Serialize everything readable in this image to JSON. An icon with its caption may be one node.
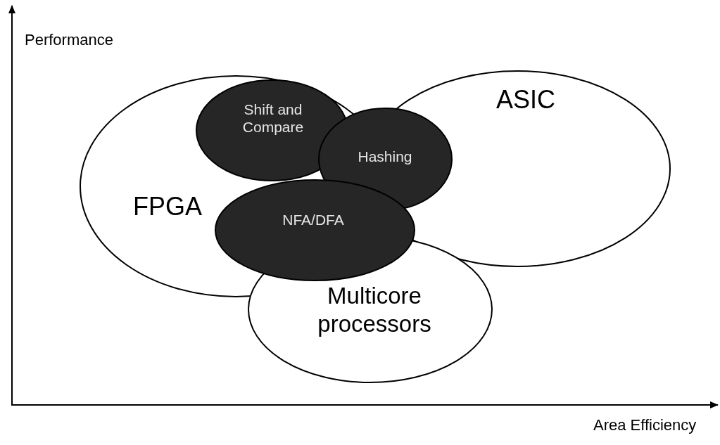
{
  "diagram": {
    "nodes": [
      {
        "text": [
          "ASIC"
        ]
      },
      {
        "text": [
          "FPGA"
        ]
      },
      {
        "text": [
          "Shift and Compare"
        ],
        "in": 1
      },
      {
        "text": [
          "Hashing"
        ]
      },
      {
        "text": [
          "NFA/DFA"
        ]
      },
      {
        "text": [
          "Multicore processors"
        ]
      }
    ],
    "labels": [
      "Performance",
      "Area Efficiency"
    ]
  }
}
